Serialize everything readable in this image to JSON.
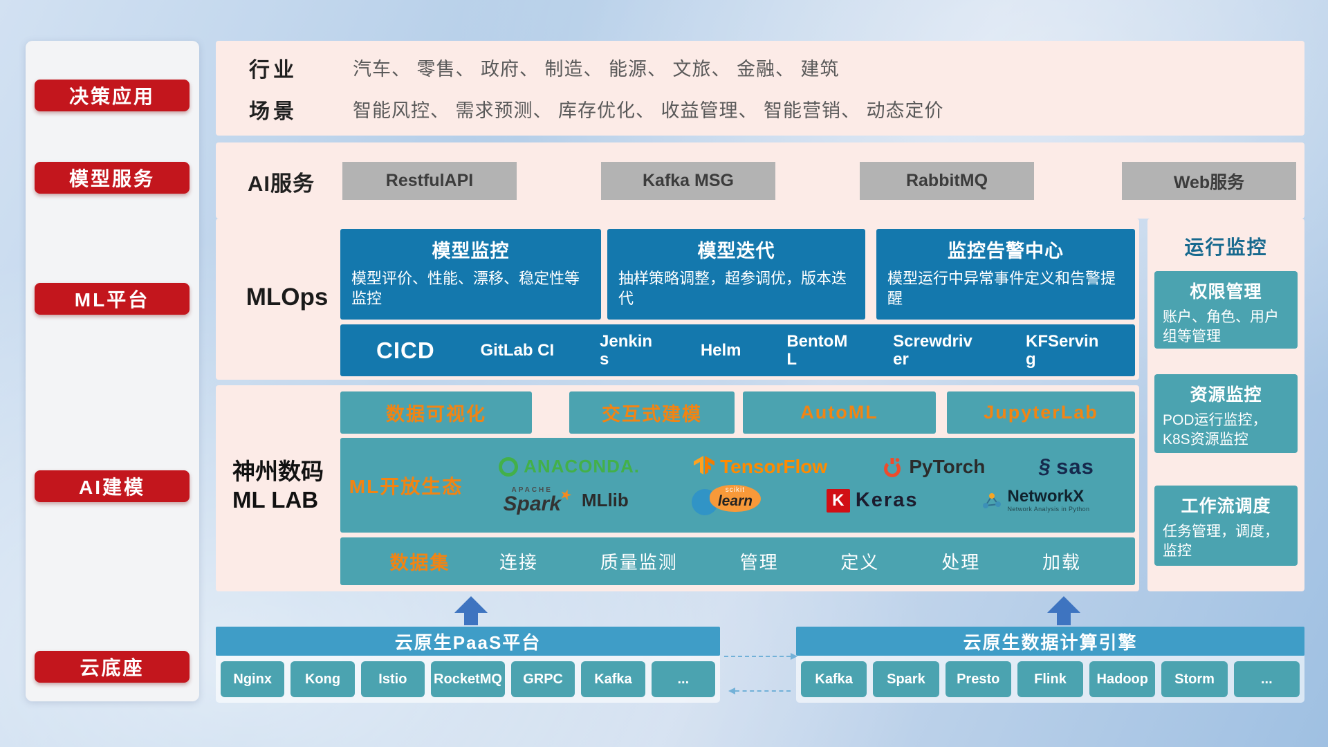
{
  "colors": {
    "accent_red": "#c3161d",
    "panel_pink": "#fcebe7",
    "card_blue": "#1478ad",
    "teal": "#4ba3b0",
    "bar_blue": "#3f9dc7",
    "orange": "#f28413",
    "gray_button": "#b3b3b3"
  },
  "sidebar": {
    "items": [
      "决策应用",
      "模型服务",
      "ML平台",
      "AI建模",
      "云底座"
    ]
  },
  "top": {
    "industry_label": "行业",
    "industry_value": "汽车、 零售、 政府、 制造、 能源、 文旅、 金融、 建筑",
    "scene_label": "场景",
    "scene_value": "智能风控、 需求预测、 库存优化、 收益管理、 智能营销、 动态定价"
  },
  "ai_service": {
    "label": "AI服务",
    "items": [
      "RestfulAPI",
      "Kafka MSG",
      "RabbitMQ",
      "Web服务"
    ]
  },
  "mlops": {
    "label": "MLOps",
    "cards": [
      {
        "title": "模型监控",
        "desc": "模型评价、性能、漂移、稳定性等监控"
      },
      {
        "title": "模型迭代",
        "desc": "抽样策略调整，超参调优，版本迭代"
      },
      {
        "title": "监控告警中心",
        "desc": "模型运行中异常事件定义和告警提醒"
      }
    ],
    "cicd_label": "CICD",
    "cicd_items": [
      "GitLab CI",
      "Jenkins",
      "Helm",
      "BentoML",
      "Screwdriver",
      "KFServing"
    ]
  },
  "monitor": {
    "title": "运行监控",
    "cards": [
      {
        "title": "权限管理",
        "desc": "账户、角色、用户组等管理"
      },
      {
        "title": "资源监控",
        "desc": "POD运行监控，K8S资源监控"
      },
      {
        "title": "工作流调度",
        "desc": "任务管理，调度，监控"
      }
    ]
  },
  "mllab": {
    "label_line1": "神州数码",
    "label_line2": "ML LAB",
    "tools": [
      "数据可视化",
      "交互式建模",
      "AutoML",
      "JupyterLab"
    ],
    "eco_label": "ML开放生态",
    "logos": {
      "anaconda": "ANACONDA.",
      "tensorflow": "TensorFlow",
      "pytorch": "PyTorch",
      "sas": "sas",
      "apache": "APACHE",
      "spark": "Spark",
      "mllib": "MLlib",
      "scikit": "scikit",
      "learn": "learn",
      "keras_initial": "K",
      "keras": "Keras",
      "networkx": "NetworkX",
      "networkx_sub": "Network Analysis in Python"
    },
    "dataset_label": "数据集",
    "dataset_items": [
      "连接",
      "质量监测",
      "管理",
      "定义",
      "处理",
      "加载"
    ]
  },
  "cloud": {
    "paas_title": "云原生PaaS平台",
    "paas_items": [
      "Nginx",
      "Kong",
      "Istio",
      "RocketMQ",
      "GRPC",
      "Kafka",
      "..."
    ],
    "engine_title": "云原生数据计算引擎",
    "engine_items": [
      "Kafka",
      "Spark",
      "Presto",
      "Flink",
      "Hadoop",
      "Storm",
      "..."
    ]
  }
}
